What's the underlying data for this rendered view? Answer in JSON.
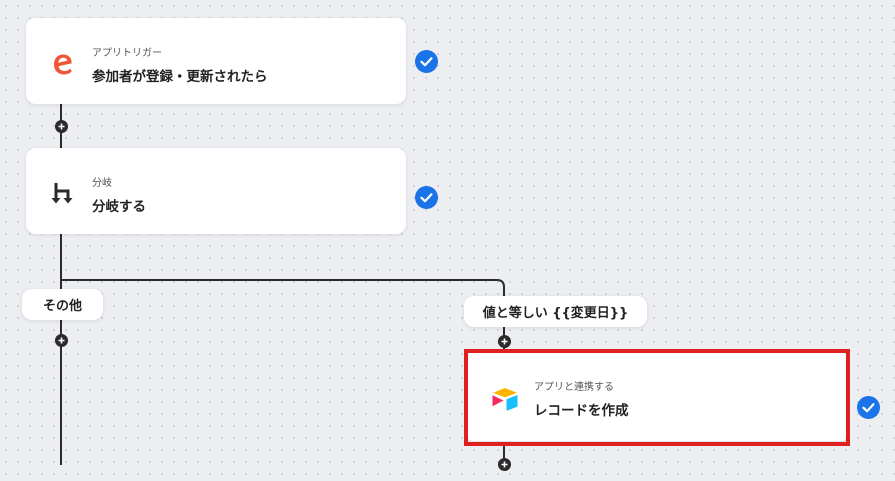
{
  "nodes": [
    {
      "subtitle": "アプリトリガー",
      "title": "参加者が登録・更新されたら",
      "icon": "eventbrite-logo-icon",
      "status": "completed"
    },
    {
      "subtitle": "分岐",
      "title": "分岐する",
      "icon": "branch-icon",
      "status": "completed"
    },
    {
      "subtitle": "アプリと連携する",
      "title": "レコードを作成",
      "icon": "airtable-logo-icon",
      "status": "completed",
      "highlighted": true
    }
  ],
  "branches": [
    {
      "label": "その他"
    },
    {
      "label": "値と等しい {{変更日}}"
    }
  ],
  "colors": {
    "accent": "#1b73e8",
    "highlight": "#e0201f",
    "eventbrite": "#f05537",
    "connector": "#2b2b2b"
  }
}
